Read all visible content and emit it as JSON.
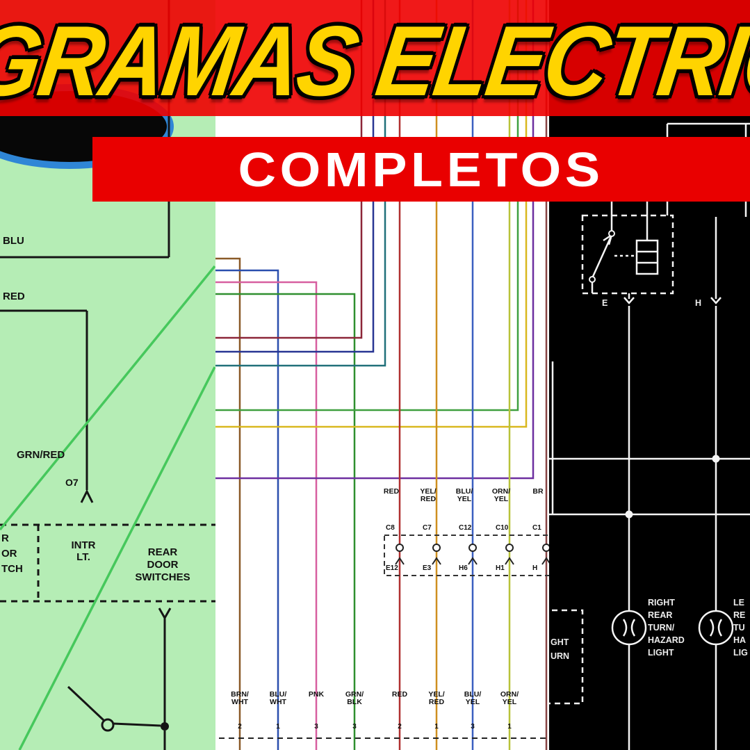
{
  "banner": {
    "title": "GRAMAS ELECTRIC",
    "subtitle": "COMPLETOS"
  },
  "colors": {
    "banner_red": "#ee0000",
    "strip_red": "#e90000",
    "title_yellow": "#ffd400",
    "subtitle_white": "#ffffff",
    "left_panel_green": "#b5edb5",
    "middle_panel_white": "#ffffff",
    "right_panel_black": "#000000"
  },
  "left_panel": {
    "labels": {
      "blu": "BLU",
      "red": "RED",
      "grn_red": "GRN/RED",
      "o7": "O7",
      "intr_lt": "INTR\nLT.",
      "left_cut": "R\nOR\nTCH",
      "rear_door_switches": "REAR\nDOOR\nSWITCHES"
    }
  },
  "middle_panel": {
    "top_wire_labels": [
      "RED",
      "YEL/\nRED",
      "BLU/\nYEL",
      "ORN/\nYEL",
      "BR"
    ],
    "connector_top": [
      "C8",
      "C7",
      "C12",
      "C10",
      "C1"
    ],
    "connector_bottom": [
      "E12",
      "E3",
      "H6",
      "H1",
      "H"
    ],
    "bottom_wire_labels": [
      "BRN/\nWHT",
      "BLU/\nWHT",
      "PNK",
      "GRN/\nBLK",
      "RED",
      "YEL/\nRED",
      "BLU/\nYEL",
      "ORN/\nYEL"
    ],
    "bottom_pins": [
      "2",
      "1",
      "3",
      "3",
      "2",
      "1",
      "3",
      "1"
    ]
  },
  "right_panel": {
    "connector_e": "E",
    "connector_h": "H",
    "lamp1_label": "RIGHT\nREAR\nTURN/\nHAZARD\nLIGHT",
    "lamp2_label": "LE\nRE\nTU\nHA\nLIG",
    "corner_label": "GHT\nURN"
  }
}
